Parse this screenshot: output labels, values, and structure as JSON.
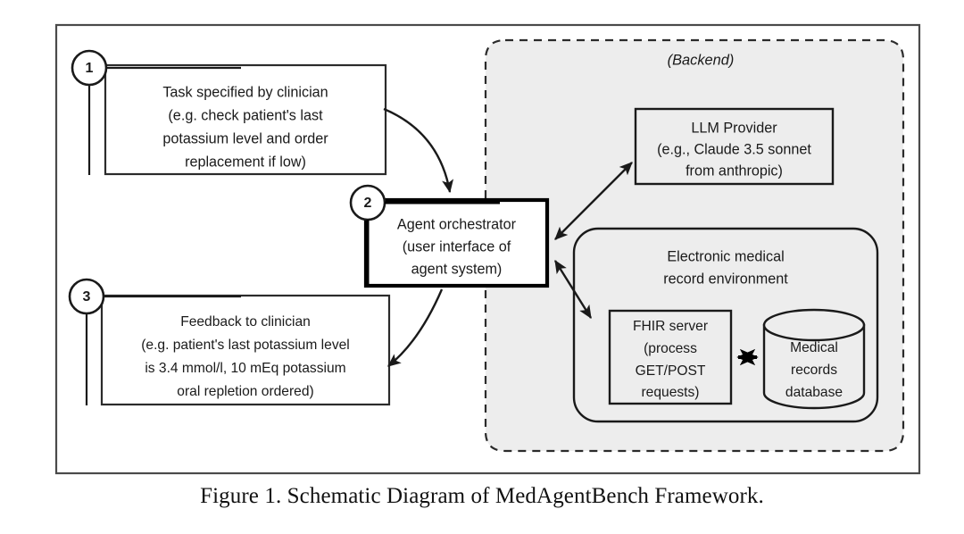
{
  "figure": {
    "caption": "Figure 1.  Schematic Diagram of MedAgentBench Framework.",
    "backend_label": "(Backend)"
  },
  "colors": {
    "page_background": "#ffffff",
    "frame_stroke": "#4a4a4a",
    "backend_fill": "#ededed",
    "backend_stroke": "#2b2b2b",
    "box_stroke": "#2b2b2b",
    "emphasis_stroke": "#000000",
    "text": "#1a1a1a"
  },
  "badges": {
    "one": "1",
    "two": "2",
    "three": "3"
  },
  "nodes": {
    "task_box": {
      "id": "task-specified-by-clinician",
      "step": "1",
      "lines": [
        "Task specified by clinician",
        "(e.g. check patient's last",
        "potassium level and order",
        "replacement if low)"
      ]
    },
    "orchestrator_box": {
      "id": "agent-orchestrator",
      "step": "2",
      "lines": [
        "Agent orchestrator",
        "(user interface of",
        "agent system)"
      ]
    },
    "feedback_box": {
      "id": "feedback-to-clinician",
      "step": "3",
      "lines": [
        "Feedback to clinician",
        "(e.g. patient's last potassium level",
        "is 3.4 mmol/l, 10 mEq potassium",
        "oral repletion ordered)"
      ]
    },
    "llm_provider_box": {
      "id": "llm-provider",
      "lines": [
        "LLM Provider",
        "(e.g., Claude 3.5 sonnet",
        "from anthropic)"
      ]
    },
    "emr_region": {
      "id": "electronic-medical-record-environment",
      "lines": [
        "Electronic medical",
        "record environment"
      ]
    },
    "fhir_server_box": {
      "id": "fhir-server",
      "lines": [
        "FHIR server",
        "(process",
        "GET/POST",
        "requests)"
      ]
    },
    "database_cylinder": {
      "id": "medical-records-database",
      "lines": [
        "Medical",
        "records",
        "database"
      ]
    }
  },
  "edges": [
    {
      "id": "task-to-orchestrator",
      "from": "task_box",
      "to": "orchestrator_box",
      "style": "curved",
      "arrowheads": "single"
    },
    {
      "id": "orchestrator-to-feedback",
      "from": "orchestrator_box",
      "to": "feedback_box",
      "style": "curved",
      "arrowheads": "single"
    },
    {
      "id": "orchestrator-to-llm-provider",
      "from": "orchestrator_box",
      "to": "llm_provider_box",
      "style": "straight",
      "arrowheads": "double"
    },
    {
      "id": "orchestrator-to-emr",
      "from": "orchestrator_box",
      "to": "emr_region",
      "style": "straight",
      "arrowheads": "double"
    },
    {
      "id": "fhir-to-database",
      "from": "fhir_server_box",
      "to": "database_cylinder",
      "style": "straight",
      "arrowheads": "double"
    }
  ]
}
